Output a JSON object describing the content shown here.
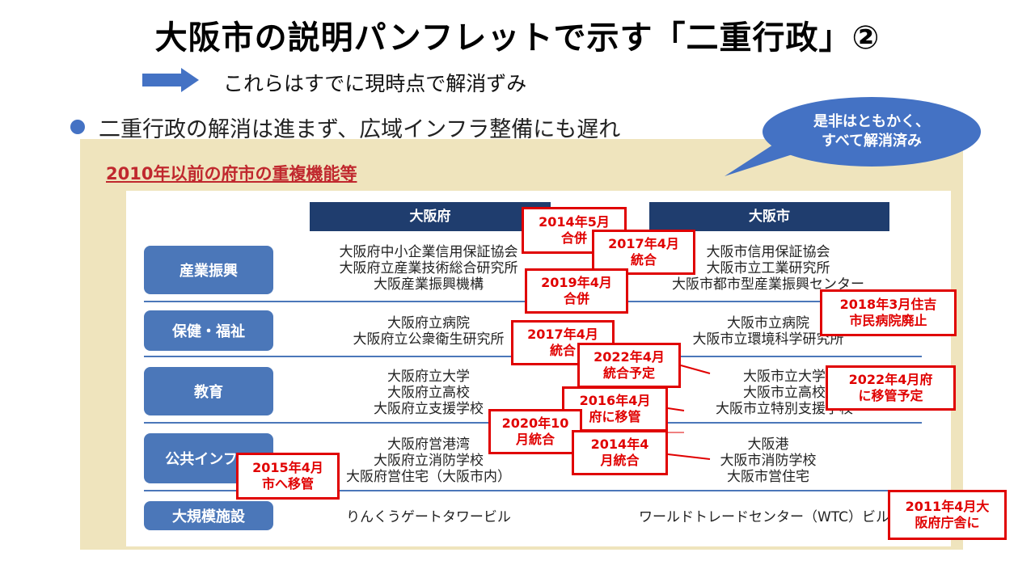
{
  "title": "大阪市の説明パンフレットで示す「二重行政」②",
  "note": "これらはすでに現時点で解消ずみ",
  "bullet": "二重行政の解消は進まず、広域インフラ整備にも遅れ",
  "panel_title": "2010年以前の府市の重複機能等",
  "columns": {
    "pref": "大阪府",
    "city": "大阪市"
  },
  "rows": [
    {
      "label": "産業振興",
      "pref": [
        "大阪府中小企業信用保証協会",
        "大阪府立産業技術総合研究所",
        "大阪産業振興機構"
      ],
      "city": [
        "大阪市信用保証協会",
        "大阪市立工業研究所",
        "大阪市都市型産業振興センター"
      ]
    },
    {
      "label": "保健・福祉",
      "pref": [
        "大阪府立病院",
        "大阪府立公衆衛生研究所"
      ],
      "city": [
        "大阪市立病院",
        "大阪市立環境科学研究所"
      ]
    },
    {
      "label": "教育",
      "pref": [
        "大阪府立大学",
        "大阪府立高校",
        "大阪府立支援学校"
      ],
      "city": [
        "大阪市立大学",
        "大阪市立高校",
        "大阪市立特別支援学校"
      ]
    },
    {
      "label": "公共インフラ",
      "pref": [
        "大阪府営港湾",
        "大阪府立消防学校",
        "大阪府営住宅（大阪市内）"
      ],
      "city": [
        "大阪港",
        "大阪市消防学校",
        "大阪市営住宅"
      ]
    },
    {
      "label": "大規模施設",
      "pref": [
        "りんくうゲートタワービル"
      ],
      "city": [
        "ワールドトレードセンター（WTC）ビル"
      ]
    }
  ],
  "annotations": [
    [
      "2014年5月",
      "合併"
    ],
    [
      "2017年4月",
      "統合"
    ],
    [
      "2019年4月",
      "合併"
    ],
    [
      "2018年3月住吉",
      "市民病院廃止"
    ],
    [
      "2017年4月",
      "統合"
    ],
    [
      "2022年4月",
      "統合予定"
    ],
    [
      "2022年4月府",
      "に移管予定"
    ],
    [
      "2016年4月",
      "府に移管"
    ],
    [
      "2020年10",
      "月統合"
    ],
    [
      "2014年4",
      "月統合"
    ],
    [
      "2015年4月",
      "市へ移管"
    ],
    [
      "2011年4月大",
      "阪府庁舎に"
    ]
  ],
  "bubble": [
    "是非はともかく、",
    "すべて解消済み"
  ],
  "colors": {
    "header": "#1f3d6e",
    "row_label": "#4b77b9",
    "panel": "#efe4bd",
    "annotation": "#e00000",
    "bubble": "#4472c4"
  }
}
